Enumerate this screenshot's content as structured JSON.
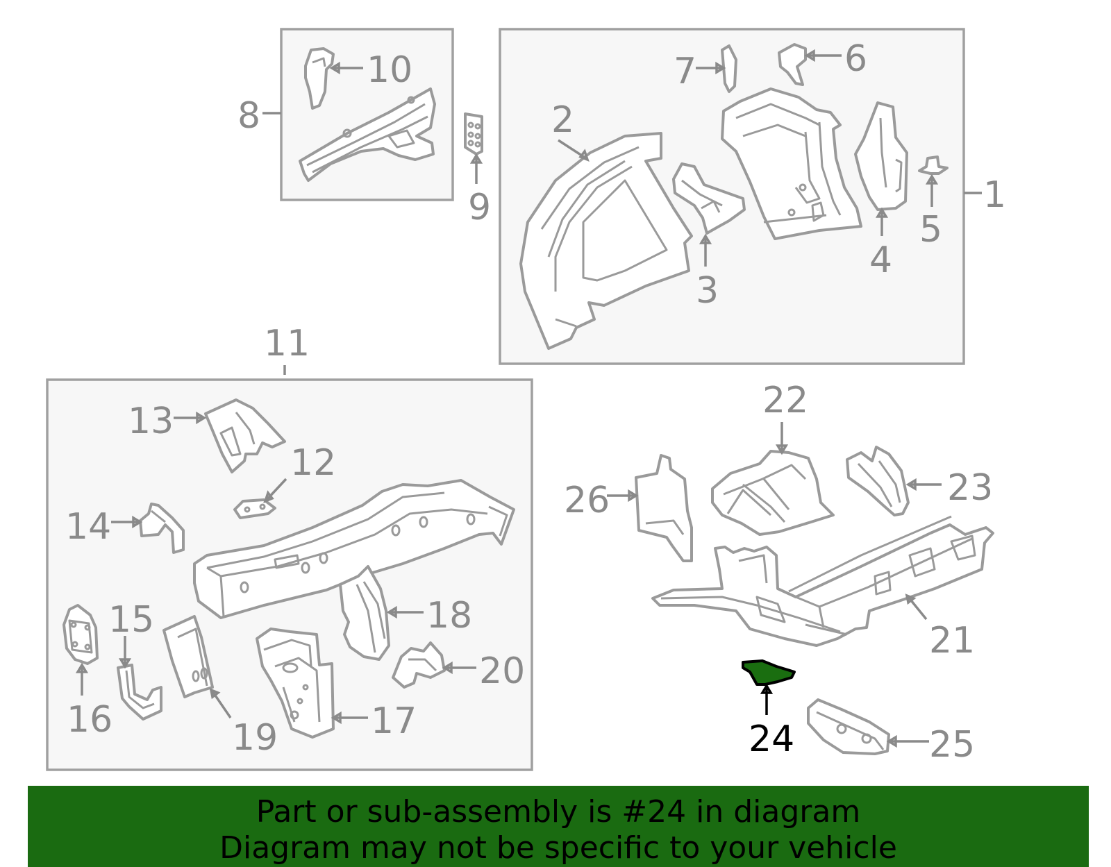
{
  "diagram": {
    "highlight_part": "24",
    "labels": {
      "p1": "1",
      "p2": "2",
      "p3": "3",
      "p4": "4",
      "p5": "5",
      "p6": "6",
      "p7": "7",
      "p8": "8",
      "p9": "9",
      "p10": "10",
      "p11": "11",
      "p12": "12",
      "p13": "13",
      "p14": "14",
      "p15": "15",
      "p16": "16",
      "p17": "17",
      "p18": "18",
      "p19": "19",
      "p20": "20",
      "p21": "21",
      "p22": "22",
      "p23": "23",
      "p24": "24",
      "p25": "25",
      "p26": "26"
    },
    "colors": {
      "highlight_fill": "#1a6e10",
      "banner": "#1a6b11",
      "line": "#9a9a9a",
      "label": "#8a8a8a"
    }
  },
  "banner": {
    "line1": "Part or sub-assembly is #24 in diagram",
    "line2": "Diagram may not be specific to your vehicle"
  }
}
